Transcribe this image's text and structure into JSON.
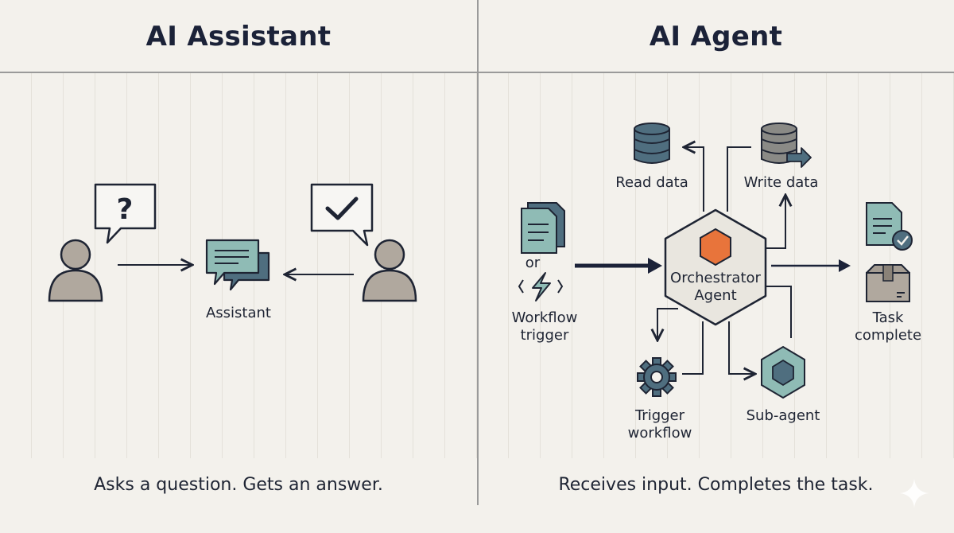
{
  "left_panel": {
    "title": "AI Assistant",
    "caption": "Asks a question. Gets an answer.",
    "assistant_label": "Assistant"
  },
  "right_panel": {
    "title": "AI Agent",
    "caption": "Receives input. Completes the task.",
    "input_or": "or",
    "workflow_trigger_label": "Workflow\ntrigger",
    "orchestrator_label": "Orchestrator\nAgent",
    "read_data_label": "Read data",
    "write_data_label": "Write data",
    "trigger_workflow_label": "Trigger\nworkflow",
    "sub_agent_label": "Sub-agent",
    "task_complete_label": "Task\ncomplete"
  },
  "colors": {
    "background": "#f3f1ec",
    "person": "#b0a89e",
    "teal": "#8fbbb5",
    "slate": "#4f6e7f",
    "orange": "#e8743b",
    "navy": "#1b2238"
  },
  "icons": [
    "person-icon",
    "question-bubble-icon",
    "check-bubble-icon",
    "chat-bubbles-icon",
    "document-icon",
    "lightning-icon",
    "database-icon",
    "gear-icon",
    "hexagon-icon",
    "document-check-icon",
    "package-icon",
    "sparkle-icon"
  ]
}
